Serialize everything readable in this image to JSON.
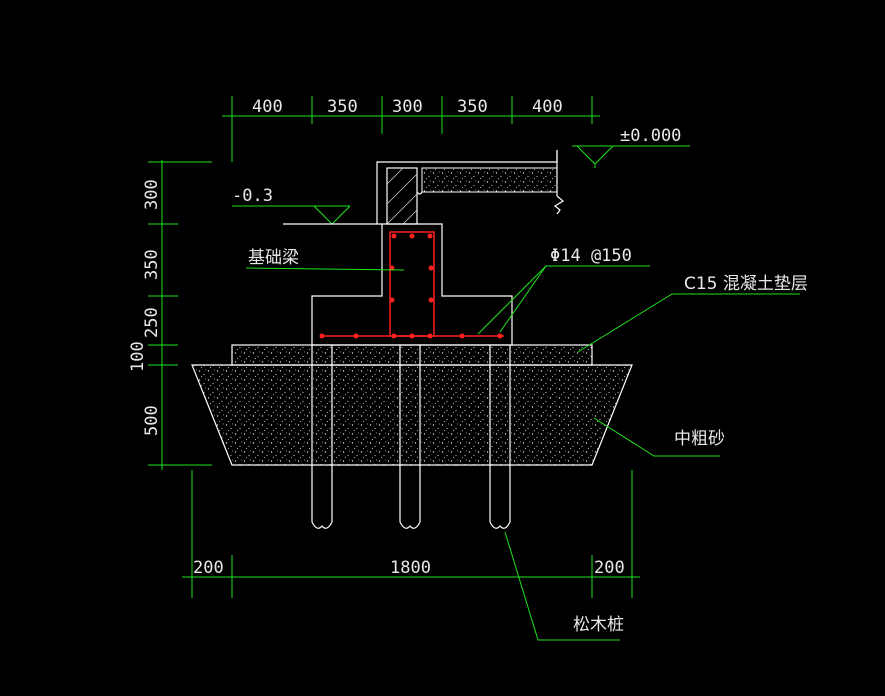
{
  "top_dimensions": [
    "400",
    "350",
    "300",
    "350",
    "400"
  ],
  "left_dimensions": [
    "300",
    "350",
    "250",
    "100",
    "500"
  ],
  "bottom_dimensions": [
    "200",
    "1800",
    "200"
  ],
  "elevations": {
    "ground": "±0.000",
    "base": "-0.3"
  },
  "labels": {
    "foundation_beam": "基础梁",
    "rebar_spec": "Φ14 @150",
    "cushion": "C15 混凝土垫层",
    "sand": "中粗砂",
    "pile": "松木桩"
  },
  "colors": {
    "dimension": "#1fe21f",
    "outline": "#ffffff",
    "rebar": "#ff2020",
    "background": "#000000"
  }
}
